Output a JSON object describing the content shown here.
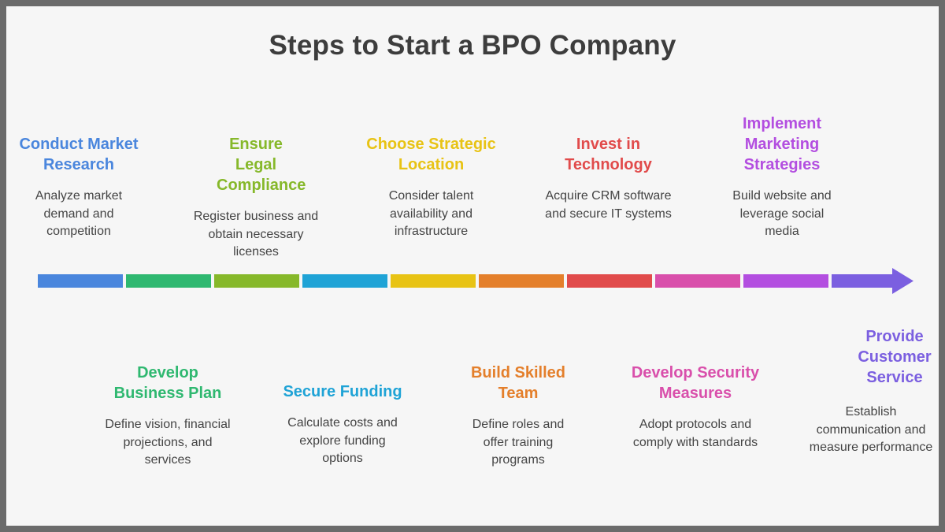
{
  "title": "Steps to Start a BPO Company",
  "steps": [
    {
      "heading": "Conduct Market Research",
      "desc": "Analyze market demand and competition",
      "color": "#4a86dd"
    },
    {
      "heading": "Develop Business Plan",
      "desc": "Define vision, financial projections, and services",
      "color": "#2fb870"
    },
    {
      "heading": "Ensure Legal Compliance",
      "desc": "Register business and obtain necessary licenses",
      "color": "#86b82a"
    },
    {
      "heading": "Secure Funding",
      "desc": "Calculate costs and explore funding options",
      "color": "#1fa3d6"
    },
    {
      "heading": "Choose Strategic Location",
      "desc": "Consider talent availability and infrastructure",
      "color": "#e8c314"
    },
    {
      "heading": "Build Skilled Team",
      "desc": "Define roles and offer training programs",
      "color": "#e47f2b"
    },
    {
      "heading": "Invest in Technology",
      "desc": "Acquire CRM software and secure IT systems",
      "color": "#e14b4b"
    },
    {
      "heading": "Develop Security Measures",
      "desc": "Adopt protocols and comply with standards",
      "color": "#d94fab"
    },
    {
      "heading": "Implement Marketing Strategies",
      "desc": "Build website and leverage social media",
      "color": "#b34ee0"
    },
    {
      "heading": "Provide Customer Service",
      "desc": "Establish communication and measure performance",
      "color": "#7b5fe0"
    }
  ]
}
